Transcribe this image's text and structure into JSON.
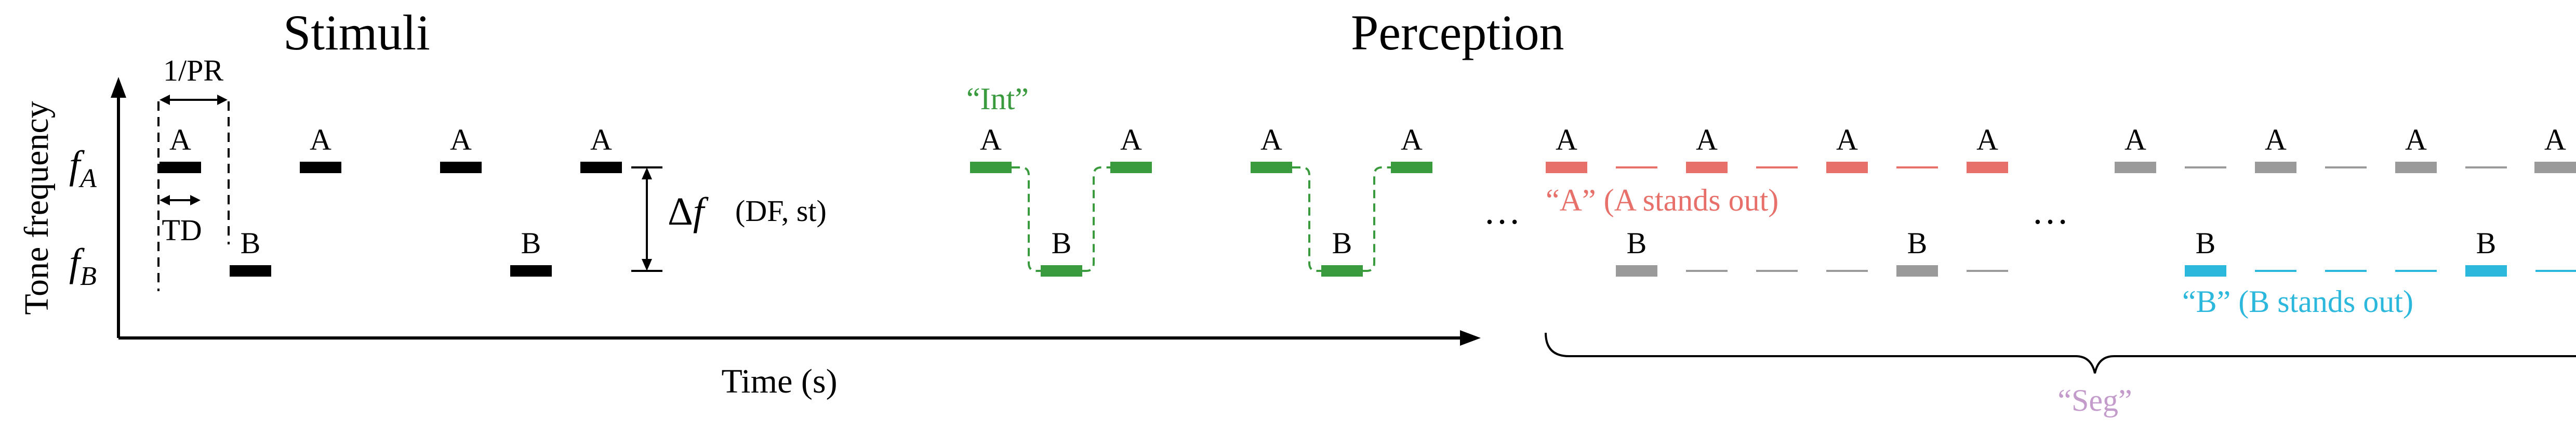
{
  "titles": {
    "stimuli": "Stimuli",
    "perception": "Perception"
  },
  "axes": {
    "ylabel": "Tone frequency",
    "xlabel": "Time (s)",
    "fA_main": "f",
    "fA_sub": "A",
    "fB_main": "f",
    "fB_sub": "B"
  },
  "annotations": {
    "pr": "1/PR",
    "td": "TD",
    "df_symbol": "Δ",
    "df_f": "f",
    "df_params": "(DF, st)"
  },
  "tone_labels": {
    "a": "A",
    "b": "B"
  },
  "percepts": {
    "int": "“Int”",
    "a_label": "“A” (A stands out)",
    "b_label": "“B” (B stands out)",
    "seg": "“Seg”",
    "ellipsis": "…"
  },
  "colors": {
    "stimulus": "#000000",
    "int": "#3a9a3e",
    "a_percept": "#e8706a",
    "b_percept": "#2bb8dc",
    "background_tone": "#9a9a9a",
    "seg": "#c49ccc"
  },
  "tone_pattern": [
    "A",
    "B",
    "A",
    "-",
    "A",
    "B",
    "A",
    "-"
  ]
}
